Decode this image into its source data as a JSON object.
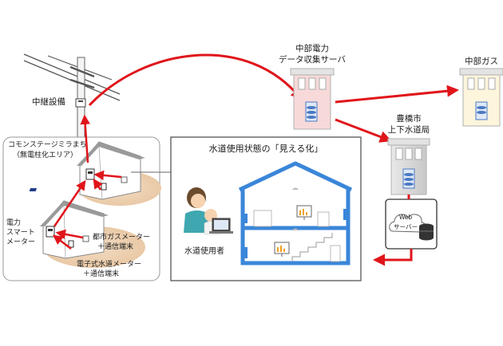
{
  "relay": {
    "label": "中継設備"
  },
  "chubu_power": {
    "line1": "中部電力",
    "line2": "データ収集サーバ"
  },
  "chubu_gas": {
    "label": "中部ガス"
  },
  "toyohashi": {
    "line1": "豊橋市",
    "line2": "上下水道局"
  },
  "community": {
    "line1": "コモンステージミラまち",
    "line2": "（無電柱化エリア）"
  },
  "smart_meter": {
    "line1": "電力",
    "line2": "スマート",
    "line3": "メーター"
  },
  "gas_meter": {
    "line1": "都市ガスメーター",
    "line2": "＋通信端末"
  },
  "water_meter": {
    "line1": "電子式水道メーター",
    "line2": "＋通信端末"
  },
  "visualization": {
    "title": "水道使用状態の「見える化」",
    "user_label": "水道使用者"
  },
  "web_server": {
    "line1": "Web",
    "line2": "サーバー"
  },
  "colors": {
    "arrow": "#e0151b",
    "pipe": "#3a86d9",
    "gas_building": "#fdf5dc",
    "power_building": "#f7d9d9"
  }
}
